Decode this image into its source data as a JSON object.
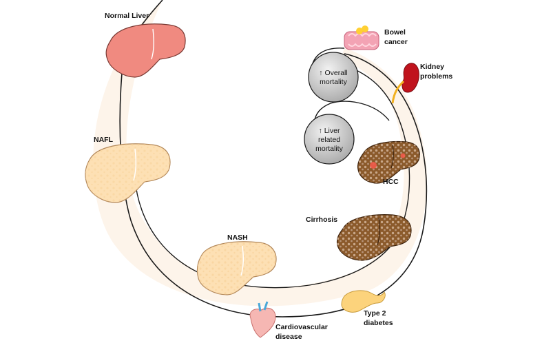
{
  "stages": {
    "normal_liver": "Normal Liver",
    "nafl": "NAFL",
    "nash": "NASH",
    "cirrhosis": "Cirrhosis",
    "hcc": "HCC"
  },
  "comorbidities": {
    "bowel_cancer": [
      "Bowel",
      "cancer"
    ],
    "kidney_problems": [
      "Kidney",
      "problems"
    ],
    "type2_diabetes": [
      "Type 2",
      "diabetes"
    ],
    "cardiovascular_disease": [
      "Cardiovascular",
      "disease"
    ]
  },
  "outcomes": {
    "overall_mortality": [
      "↑ Overall",
      "mortality"
    ],
    "liver_related_mortality": [
      "↑ Liver",
      "related",
      "mortality"
    ]
  },
  "colors": {
    "normal_liver": "#f08a80",
    "fatty_liver": "#fde0b4",
    "cirrhotic_liver": "#8b5a2b",
    "band": "#fdf4ea",
    "mortality_circle": "#c9c9c9"
  }
}
